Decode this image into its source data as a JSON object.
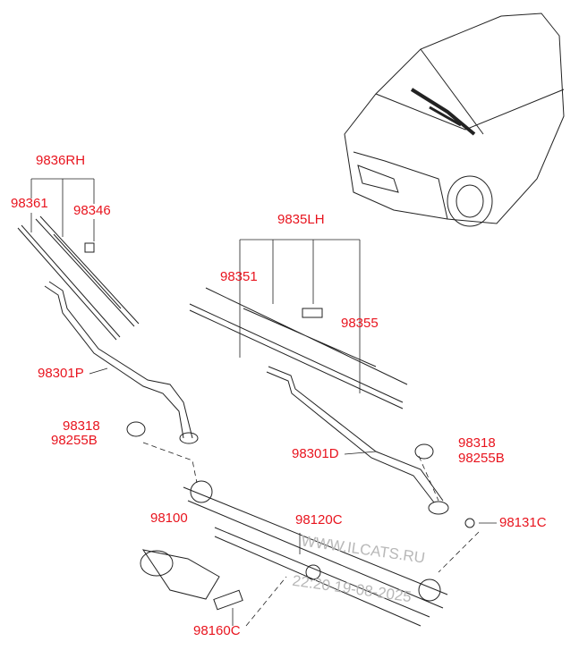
{
  "labels": {
    "rh": "9836RH",
    "p98361": "98361",
    "p98346": "98346",
    "lh": "9835LH",
    "p98351": "98351",
    "p98355": "98355",
    "p98301P": "98301P",
    "p98318_left": "98318",
    "p98255B_left": "98255B",
    "p98301D": "98301D",
    "p98318_right": "98318",
    "p98255B_right": "98255B",
    "p98100": "98100",
    "p98120C": "98120C",
    "p98131C": "98131C",
    "p98160C": "98160C"
  },
  "watermark": {
    "site": "WWW.ILCATS.RU",
    "timestamp": "22:20 19-08-2025"
  },
  "colors": {
    "label": "#e8141e",
    "line": "#222222"
  }
}
